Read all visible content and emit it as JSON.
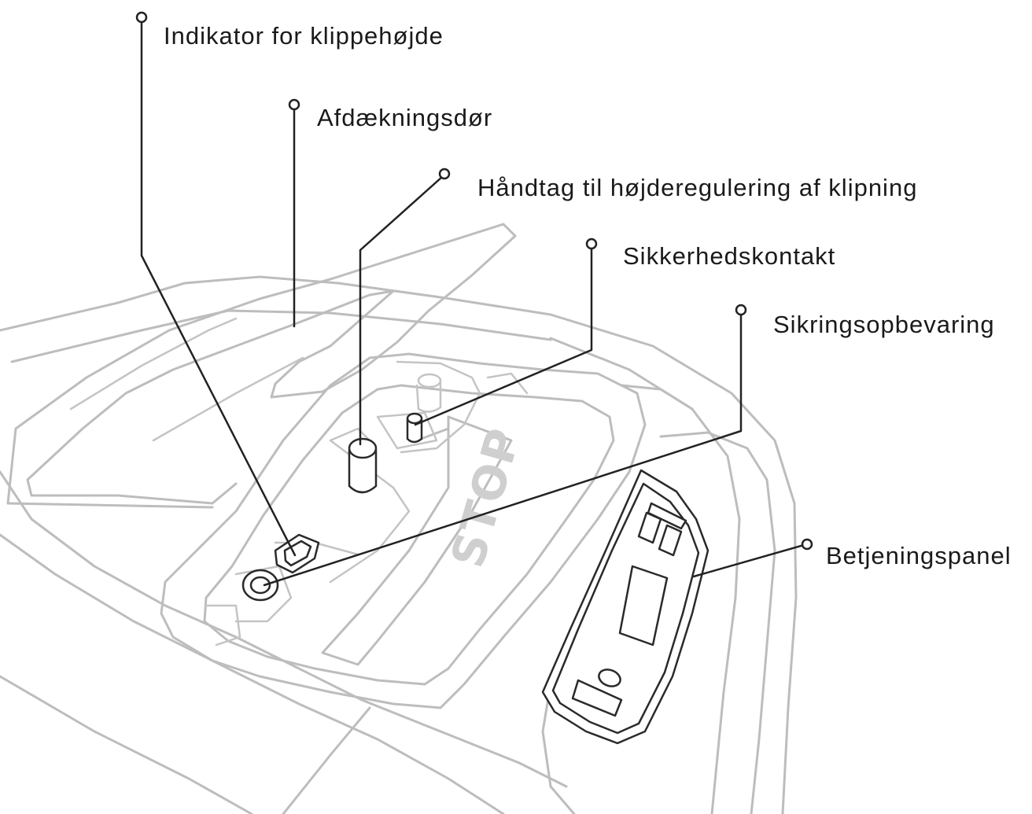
{
  "callouts": [
    {
      "id": "cutting-height-indicator",
      "text": "Indikator for klippehøjde"
    },
    {
      "id": "cover-door",
      "text": "Afdækningsdør"
    },
    {
      "id": "height-adjust-knob",
      "text": "Håndtag til højderegulering af klipning"
    },
    {
      "id": "safety-switch",
      "text": "Sikkerhedskontakt"
    },
    {
      "id": "fuse-storage",
      "text": "Sikringsopbevaring"
    },
    {
      "id": "control-panel",
      "text": "Betjeningspanel"
    }
  ],
  "stop_button": {
    "text": "STOP"
  },
  "colors": {
    "outline": "#bdbdbd",
    "leader": "#222222",
    "stop": "#cfcfcf"
  }
}
